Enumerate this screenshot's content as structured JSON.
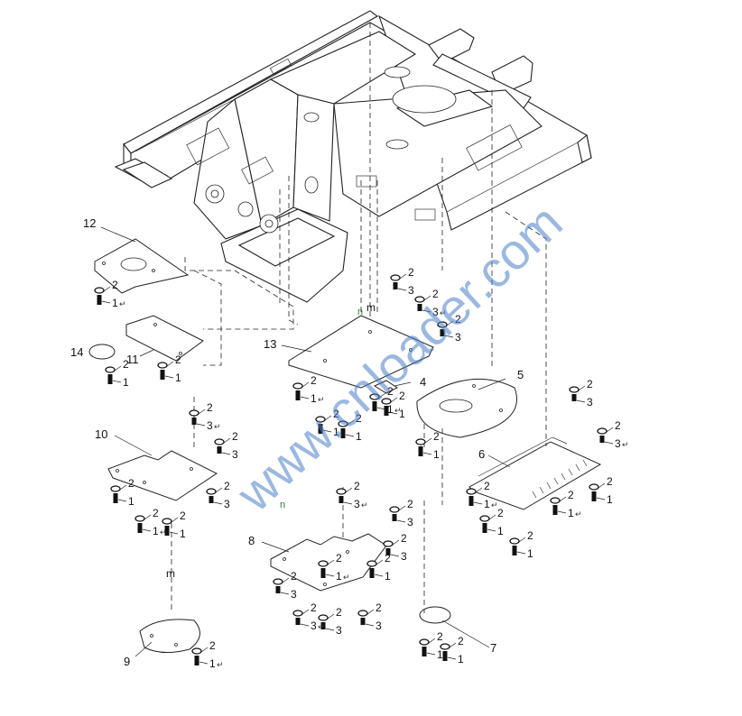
{
  "callouts": {
    "p1": "1",
    "p2": "2",
    "p3": "3",
    "p4": "4",
    "p5": "5",
    "p6": "6",
    "p7": "7",
    "p8": "8",
    "p9": "9",
    "p10": "10",
    "p11": "11",
    "p12": "12",
    "p13": "13",
    "p14": "14"
  },
  "fasteners": {
    "bolt": "1",
    "washer": "2",
    "nut": "3"
  },
  "reference_marks": {
    "m": "m",
    "n": "n"
  },
  "watermark": "www.cnloader.com",
  "return_glyph": "↵"
}
